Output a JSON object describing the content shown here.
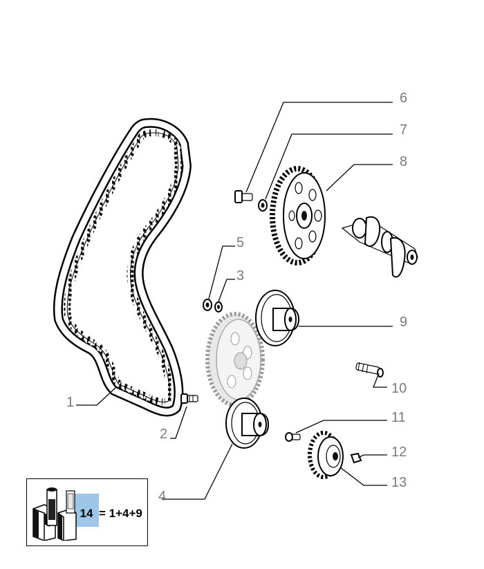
{
  "callouts": [
    {
      "id": "1",
      "label": "1"
    },
    {
      "id": "2",
      "label": "2"
    },
    {
      "id": "3",
      "label": "3"
    },
    {
      "id": "4",
      "label": "4"
    },
    {
      "id": "5",
      "label": "5"
    },
    {
      "id": "6",
      "label": "6"
    },
    {
      "id": "7",
      "label": "7"
    },
    {
      "id": "8",
      "label": "8"
    },
    {
      "id": "9",
      "label": "9"
    },
    {
      "id": "10",
      "label": "10"
    },
    {
      "id": "11",
      "label": "11"
    },
    {
      "id": "12",
      "label": "12"
    },
    {
      "id": "13",
      "label": "13"
    }
  ],
  "kit": {
    "number": "14",
    "equation": "= 1+4+9",
    "icon": "timing-kit-box-icon",
    "badge_color": "#9ec6e8"
  }
}
